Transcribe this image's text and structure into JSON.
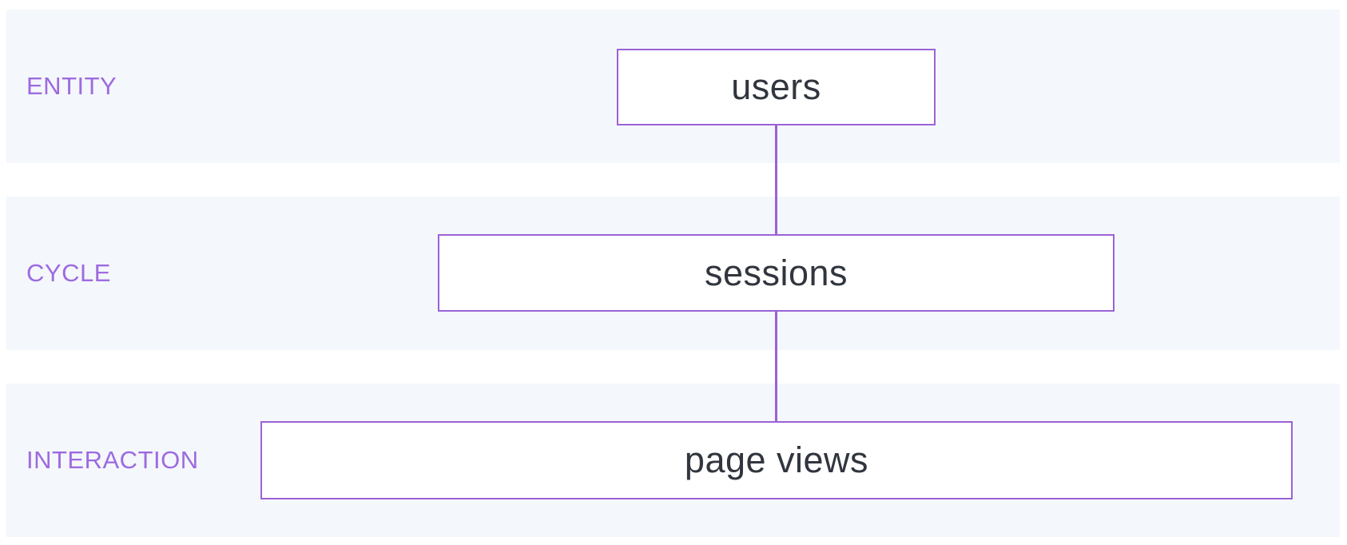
{
  "diagram": {
    "rows": [
      {
        "label": "ENTITY",
        "node": "users"
      },
      {
        "label": "CYCLE",
        "node": "sessions"
      },
      {
        "label": "INTERACTION",
        "node": "page views"
      }
    ]
  },
  "colors": {
    "accent_purple": "#9b62d6",
    "label_purple": "#9d6be0",
    "band_background": "#f4f7fb",
    "node_text": "#31363e",
    "page_background": "#ffffff"
  }
}
